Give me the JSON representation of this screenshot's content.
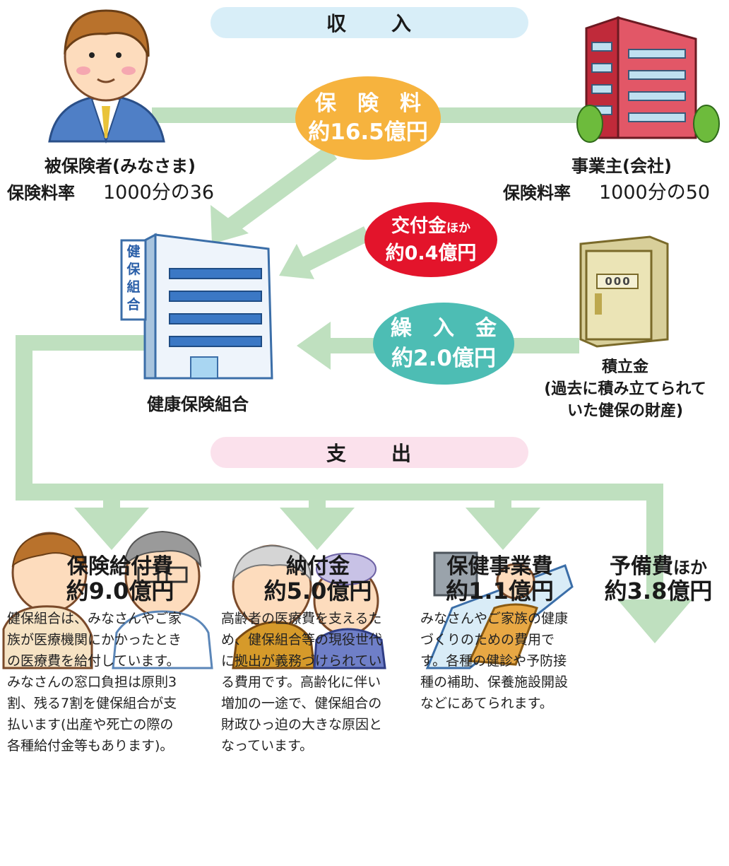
{
  "income_header": {
    "left": "収",
    "right": "入"
  },
  "expense_header": {
    "left": "支",
    "right": "出"
  },
  "insured": {
    "name": "被保険者(みなさま)",
    "rate_label": "保険料率",
    "rate_value": "1000分の36"
  },
  "employer": {
    "name": "事業主(会社)",
    "rate_label": "保険料率",
    "rate_value": "1000分の50"
  },
  "premium": {
    "title": "保　険　料",
    "amount": "約16.5億円"
  },
  "grant": {
    "title": "交付金",
    "suffix": "ほか",
    "amount": "約0.4億円"
  },
  "transfer": {
    "title": "繰　入　金",
    "amount": "約2.0億円"
  },
  "union": {
    "name": "健康保険組合",
    "sign": [
      "健",
      "保",
      "組",
      "合"
    ]
  },
  "reserve": {
    "name": "積立金",
    "note_line1": "(過去に積み立てられて",
    "note_line2": "いた健保の財産)"
  },
  "safe_dial": "000",
  "expenses": [
    {
      "title": "保険給付費",
      "suffix": "",
      "amount": "約9.0億円",
      "desc": "健保組合は、みなさんやご家\n族が医療機関にかかったとき\nの医療費を給付しています。\nみなさんの窓口負担は原則3\n割、残る7割を健保組合が支\n払います(出産や死亡の際の\n各種給付金等もあります)。"
    },
    {
      "title": "納付金",
      "suffix": "",
      "amount": "約5.0億円",
      "desc": "高齢者の医療費を支えるた\nめ、健保組合等の現役世代\nに拠出が義務づけられてい\nる費用です。高齢化に伴い\n増加の一途で、健保組合の\n財政ひっ迫の大きな原因と\nなっています。"
    },
    {
      "title": "保健事業費",
      "suffix": "",
      "amount": "約1.1億円",
      "desc": "みなさんやご家族の健康\nづくりのための費用で\nす。各種の健診や予防接\n種の補助、保養施設開設\nなどにあてられます。"
    },
    {
      "title": "予備費",
      "suffix": "ほか",
      "amount": "約3.8億円",
      "desc": ""
    }
  ],
  "colors": {
    "arrow": "#bfe0bf",
    "premium": "#f6b33e",
    "grant": "#e3142b",
    "transfer": "#4dbdb4",
    "income_pill": "#d8eef8",
    "expense_pill": "#fbe1ec"
  }
}
